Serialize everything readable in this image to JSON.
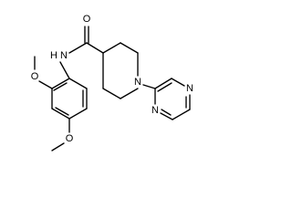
{
  "molecule": {
    "atoms": {
      "carbonyl_oxygen": "O",
      "amide_nitrogen": "N",
      "amide_hydrogen": "H",
      "piperidine_nitrogen": "N",
      "pyrazine_nitrogen_1": "N",
      "pyrazine_nitrogen_2": "N",
      "methoxy_oxygen_2": "O",
      "methoxy_oxygen_4": "O"
    }
  }
}
